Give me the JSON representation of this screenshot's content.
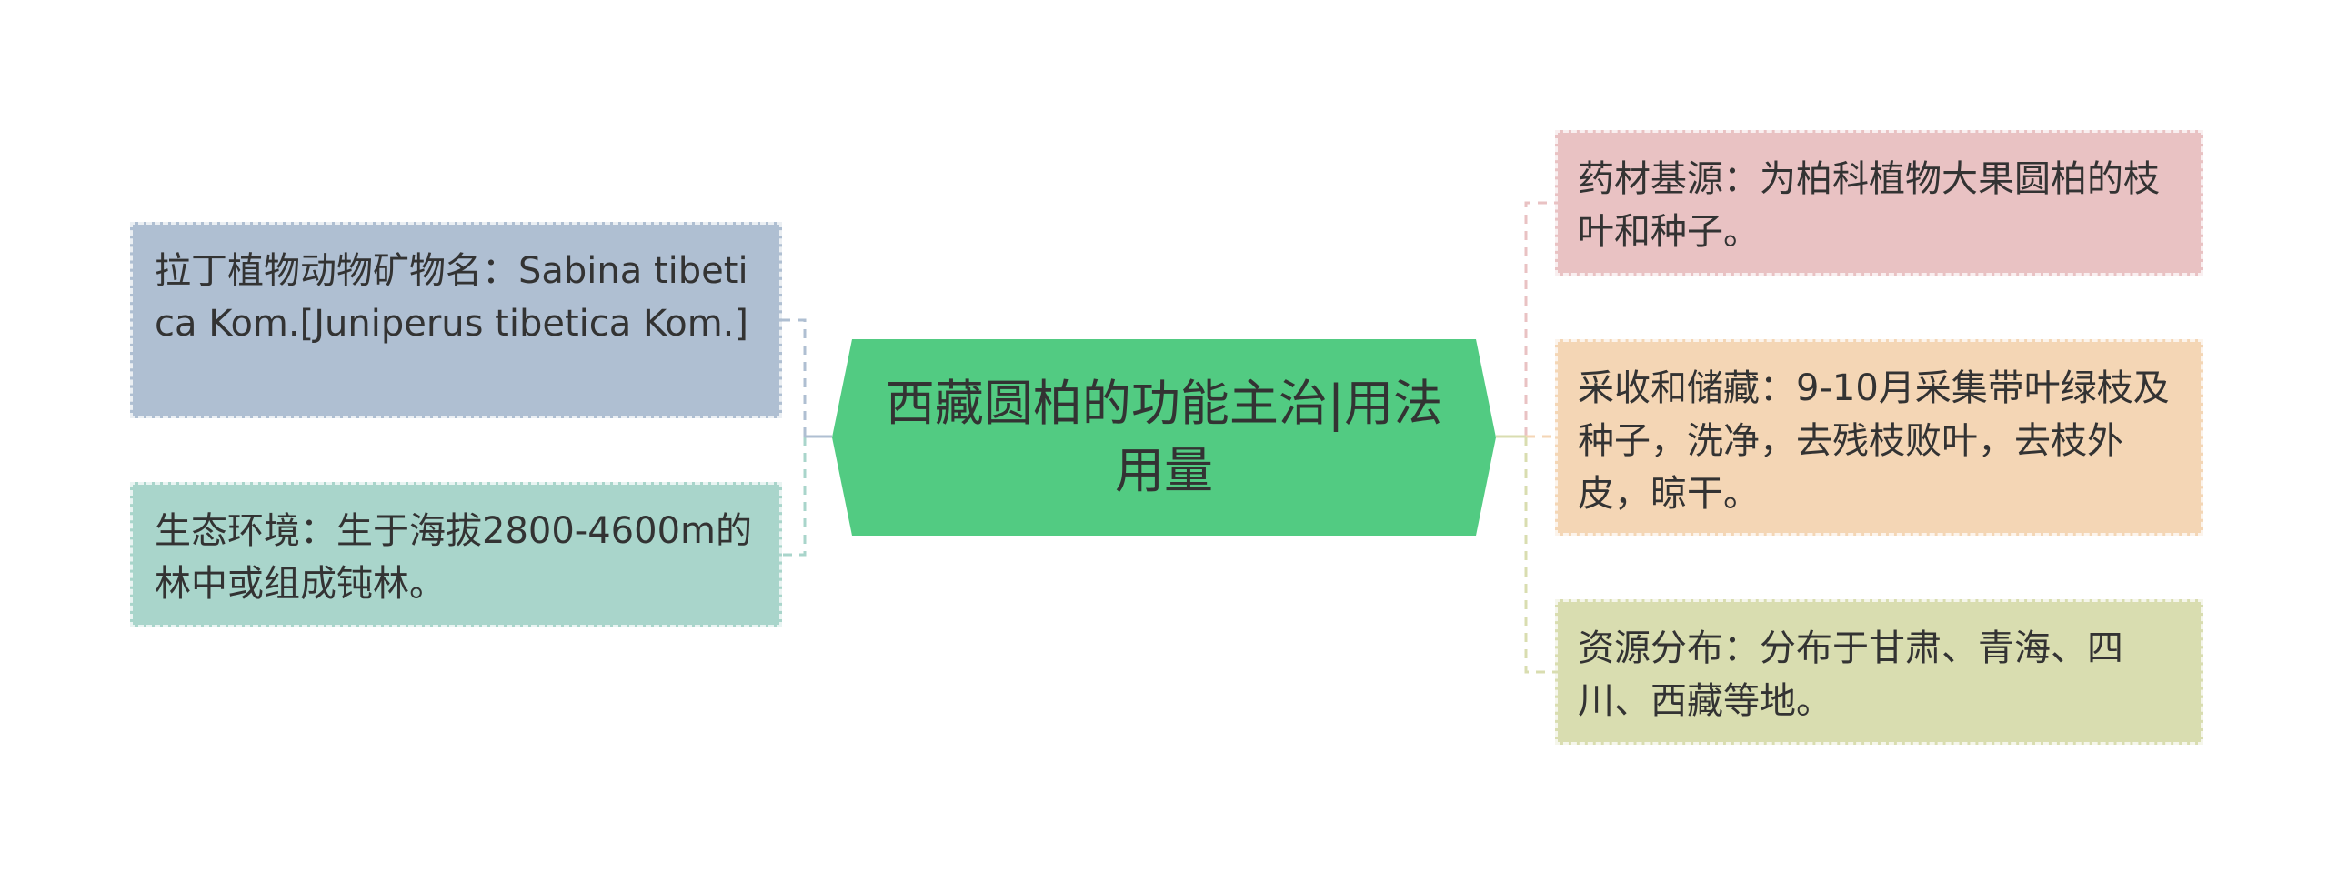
{
  "central": {
    "title": "西藏圆柏的功能主治|用法用量",
    "color": "#52cb82"
  },
  "left_nodes": [
    {
      "text": "拉丁植物动物矿物名：Sabina tibetica Kom.[Juniperus tibetica Kom.]",
      "color": "#afbfd2"
    },
    {
      "text": "生态环境：生于海拔2800-4600m的林中或组成钝林。",
      "color": "#a9d5cb"
    }
  ],
  "right_nodes": [
    {
      "text": "药材基源：为柏科植物大果圆柏的枝叶和种子。",
      "color": "#e9c2c3"
    },
    {
      "text": "采收和储藏：9-10月采集带叶绿枝及种子，洗净，去残枝败叶，去枝外皮，晾干。",
      "color": "#f4d6b5"
    },
    {
      "text": "资源分布：分布于甘肃、青海、四川、西藏等地。",
      "color": "#d9ddb0"
    }
  ]
}
